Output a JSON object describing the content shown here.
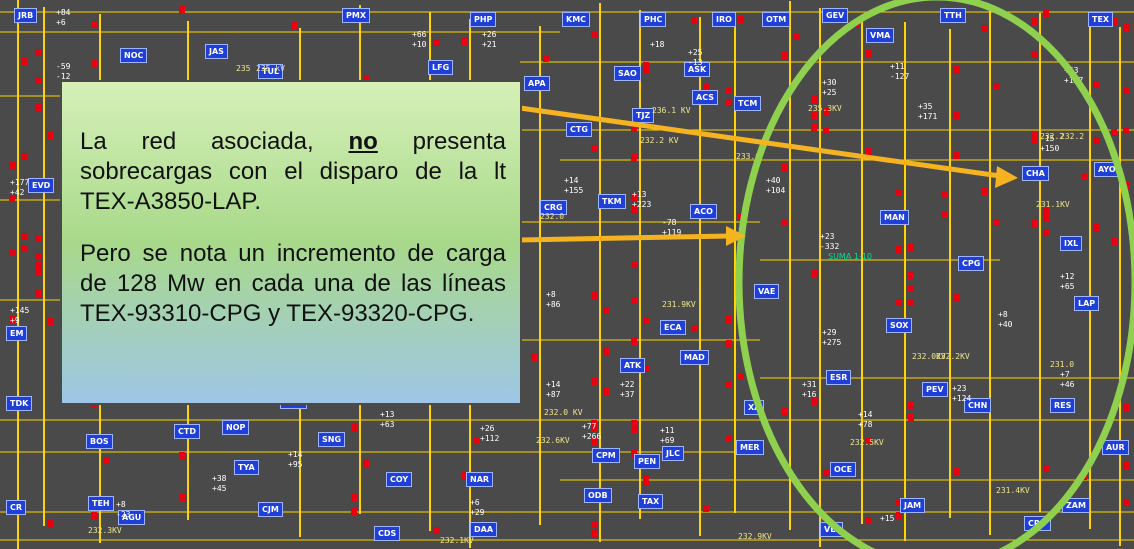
{
  "stations": [
    "JRB",
    "PMX",
    "PHP",
    "KMC",
    "PHC",
    "IRO",
    "OTM",
    "GEV",
    "TTH",
    "TEX",
    "NOC",
    "JAS",
    "TUL",
    "LFG",
    "APA",
    "SAO",
    "ASK",
    "ACS",
    "VMA",
    "TCM",
    "CTG",
    "TJZ",
    "CHA",
    "AYO",
    "EVD",
    "CRG",
    "ACO",
    "MAN",
    "IXL",
    "TKM",
    "CPG",
    "VAE",
    "LAP",
    "SOX",
    "ECA",
    "MAD",
    "ATK",
    "TDK",
    "ESR",
    "PEV",
    "CHN",
    "RES",
    "AUR",
    "VRN",
    "NOP",
    "BOS",
    "CTD",
    "SNG",
    "XA",
    "CPM",
    "JLC",
    "PEN",
    "MER",
    "TYA",
    "COY",
    "NAR",
    "OCE",
    "TEH",
    "AGU",
    "CJM",
    "ODB",
    "TAX",
    "JAM",
    "ZAM",
    "CRU",
    "DAA",
    "CDS",
    "VEI",
    "CR",
    "EM"
  ],
  "flows": [
    "+84",
    "+6",
    "-59",
    "-12",
    "+145",
    "+9",
    "+177",
    "+42",
    "+26",
    "+21",
    "+66",
    "+10",
    "+25",
    "-13",
    "+18",
    "+30",
    "+25",
    "+11",
    "-127",
    "+53",
    "+127",
    "+35",
    "+171",
    "+23",
    "-332",
    "-15",
    "+150",
    "+40",
    "+104",
    "+8",
    "+86",
    "+14",
    "+155",
    "+13",
    "+223",
    "-78",
    "+119",
    "+14",
    "+87",
    "+22",
    "+37",
    "+31",
    "+16",
    "+13",
    "+63",
    "+26",
    "+112",
    "+38",
    "+45",
    "+8",
    "-23",
    "+11",
    "+69",
    "+29",
    "+275",
    "+14",
    "+78",
    "+23",
    "+124",
    "+14",
    "+95",
    "+77",
    "+266",
    "+12",
    "+65",
    "+8",
    "+40",
    "+7",
    "+46",
    "+6",
    "+29",
    "+15"
  ],
  "kv_labels": [
    "235",
    "235 kV",
    "231.1KV",
    "232.2",
    "232.2",
    "232.0",
    "232.2 KV",
    "236.1 KV",
    "235.3KV",
    "233.0",
    "232.0KV",
    "232.2KV",
    "232.9KV",
    "231.0",
    "231.4KV",
    "232.3KV",
    "232.1KV",
    "231.9KV",
    "232.6KV",
    "232.5KV",
    "232.0 KV"
  ],
  "suma_label": "SUMA 1-10",
  "callout": {
    "p1_before": "La red asociada, ",
    "p1_emph": "no",
    "p1_after": " presenta sobrecargas con el disparo de la lt TEX-A3850-LAP.",
    "p2": "Pero se nota un incremento de carga de 128 Mw en cada una de las líneas TEX-93310-CPG y TEX-93320-CPG."
  },
  "colors": {
    "background": "#4a4a4a",
    "bus": "#ffd400",
    "breaker": "#e8000f",
    "station_box": "#1f3fd6",
    "highlight_ellipse": "#8fd14f",
    "arrow": "#f5b31f"
  }
}
